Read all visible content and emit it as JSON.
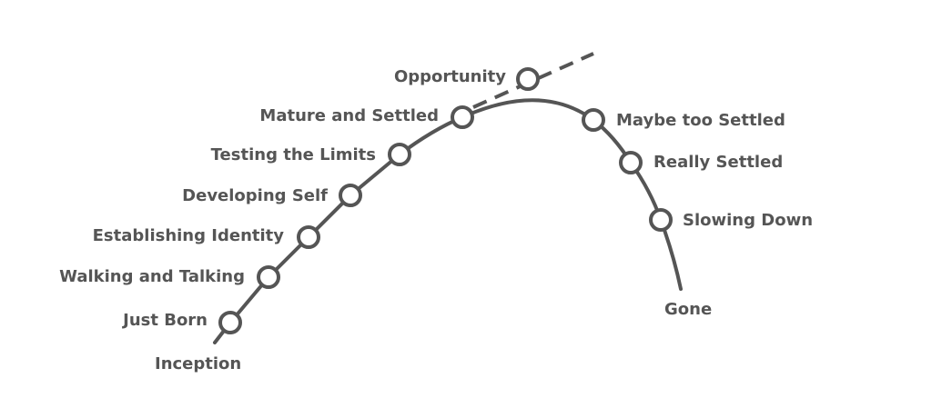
{
  "diagram": {
    "start_label": "Inception",
    "end_label": "Gone",
    "branch_label": "Opportunity",
    "stages": [
      "Just Born",
      "Walking and Talking",
      "Establishing Identity",
      "Developing Self",
      "Testing the Limits",
      "Mature and Settled",
      "Maybe too Settled",
      "Really Settled",
      "Slowing Down"
    ],
    "colors": {
      "line": "#555555",
      "text": "#555555",
      "node_fill": "#ffffff",
      "background": "#ffffff"
    }
  }
}
